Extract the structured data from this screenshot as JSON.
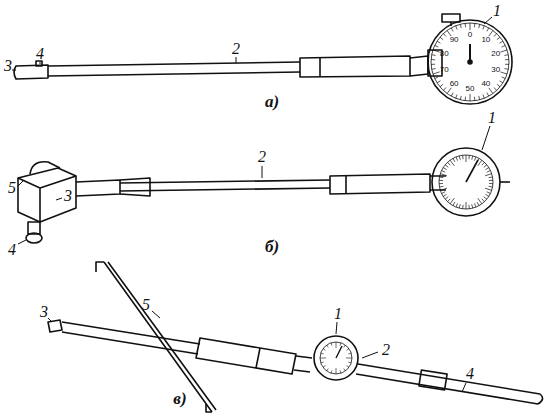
{
  "diagram": {
    "labels": [
      "1",
      "2",
      "3",
      "4",
      "а)",
      "90",
      "0",
      "10",
      "20",
      "30",
      "40",
      "50",
      "60",
      "70",
      "80",
      "1",
      "2",
      "3",
      "4",
      "5",
      "б)",
      "1",
      "2",
      "3",
      "4",
      "5",
      "в)"
    ]
  }
}
